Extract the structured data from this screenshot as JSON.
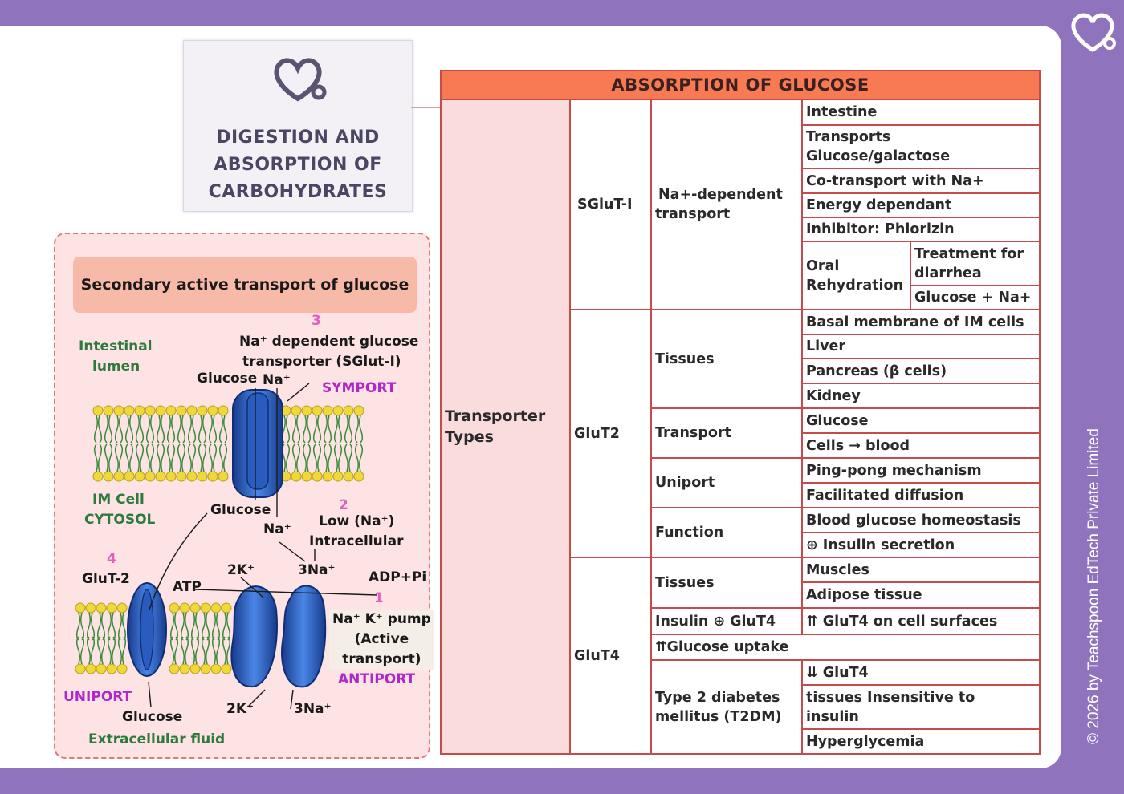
{
  "title_box": {
    "lines": [
      "DIGESTION AND",
      "ABSORPTION OF",
      "CARBOHYDRATES"
    ]
  },
  "copyright": "© 2026 by Teachspoon EdTech Private Limited",
  "diagram": {
    "title": "Secondary active transport of glucose",
    "intestinal_lumen": [
      "Intestinal",
      "lumen"
    ],
    "num3": "3",
    "sglut_label": [
      "Na⁺ dependent glucose",
      "transporter (SGlut-I)"
    ],
    "glucose_top": "Glucose",
    "na_top": "Na⁺",
    "symport": "SYMPORT",
    "im_cell": [
      "IM Cell",
      "CYTOSOL"
    ],
    "glucose_mid": "Glucose",
    "na_mid": "Na⁺",
    "num2": "2",
    "low_na": [
      "Low (Na⁺)",
      "Intracellular"
    ],
    "num4": "4",
    "glut2": "GluT-2",
    "atp": "ATP",
    "k_top": "2K⁺",
    "na3_top": "3Na⁺",
    "adp": "ADP+Pi",
    "num1": "1",
    "pump_label": [
      "Na⁺ K⁺ pump",
      "(Active",
      "transport)"
    ],
    "antiport": "ANTIPORT",
    "uniport": "UNIPORT",
    "glucose_bottom": "Glucose",
    "k_bottom": "2K⁺",
    "na3_bottom": "3Na⁺",
    "extracellular": "Extracellular fluid"
  },
  "table": {
    "header": "ABSORPTION OF GLUCOSE",
    "col1": "Transporter Types",
    "sglut": {
      "name": "SGluT-I",
      "mech": [
        "Na+-dependent",
        "transport"
      ],
      "props": [
        "Intestine",
        "Transports Glucose/galactose",
        "Co-transport with Na+",
        "Energy dependant",
        "Inhibitor: Phlorizin"
      ],
      "ors": [
        "Oral",
        "Rehydration"
      ],
      "ors_props": [
        "Treatment for diarrhea",
        "Glucose + Na+"
      ]
    },
    "glut2": {
      "name": "GluT2",
      "tissues": "Tissues",
      "tissues_list": [
        "Basal membrane of IM cells",
        "Liver",
        "Pancreas (β cells)",
        "Kidney"
      ],
      "transport": "Transport",
      "transport_list": [
        "Glucose",
        "Cells → blood"
      ],
      "uniport": "Uniport",
      "uniport_list": [
        "Ping-pong mechanism",
        "Facilitated diffusion"
      ],
      "function": "Function",
      "function_list": [
        "Blood glucose homeostasis",
        "⊕ Insulin secretion"
      ]
    },
    "glut4": {
      "name": "GluT4",
      "tissues": "Tissues",
      "tissues_list": [
        "Muscles",
        "Adipose tissue"
      ],
      "insulin": "Insulin ⊕ GluT4",
      "insulin_effect": "⇈ GluT4 on cell surfaces",
      "uptake": "⇈Glucose uptake",
      "t2dm": [
        "Type 2 diabetes",
        "mellitus (T2DM)"
      ],
      "t2dm_list": [
        "⇊ GluT4",
        "tissues Insensitive to insulin",
        "Hyperglycemia"
      ]
    }
  },
  "colors": {
    "background": "#8f74bd",
    "table_header": "#f77a52",
    "table_border": "#c94a4a",
    "panel_bg": "#fde3e3",
    "panel_title": "#f7b9a8",
    "transporter": "#2f5fc4"
  }
}
